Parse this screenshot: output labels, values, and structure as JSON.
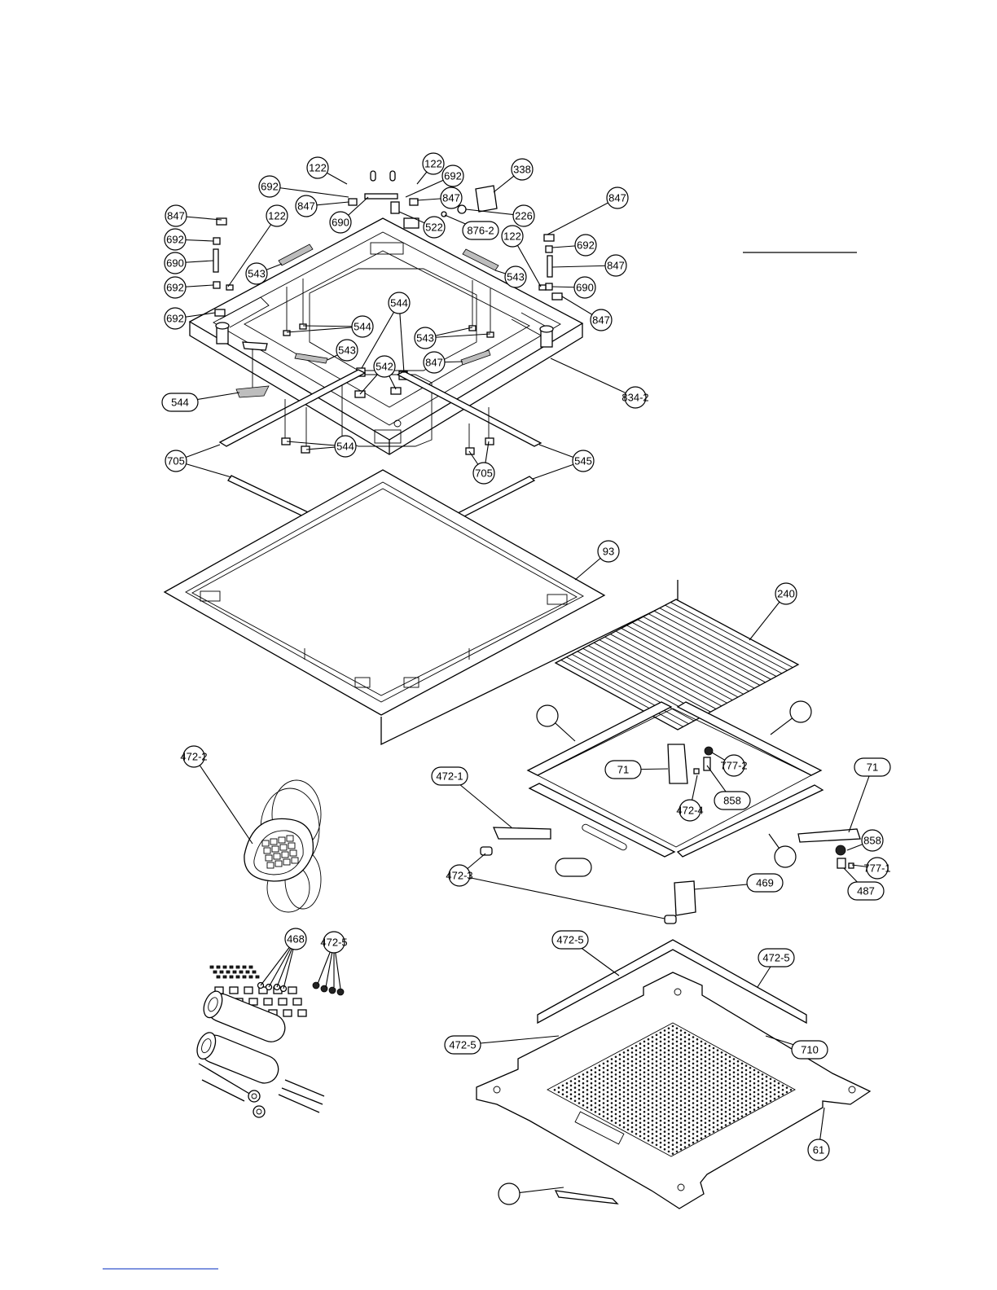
{
  "diagram": {
    "callouts": [
      {
        "id": "c1",
        "label": "122"
      },
      {
        "id": "c2",
        "label": "122"
      },
      {
        "id": "c3",
        "label": "692"
      },
      {
        "id": "c4",
        "label": "692"
      },
      {
        "id": "c5",
        "label": "338"
      },
      {
        "id": "c6",
        "label": "847"
      },
      {
        "id": "c7",
        "label": "847"
      },
      {
        "id": "c8",
        "label": "847"
      },
      {
        "id": "c9",
        "label": "122"
      },
      {
        "id": "c10",
        "label": "690"
      },
      {
        "id": "c11",
        "label": "522"
      },
      {
        "id": "c12",
        "label": "876-2"
      },
      {
        "id": "c13",
        "label": "226"
      },
      {
        "id": "c14",
        "label": "847"
      },
      {
        "id": "c15",
        "label": "692"
      },
      {
        "id": "c16",
        "label": "690"
      },
      {
        "id": "c17",
        "label": "692"
      },
      {
        "id": "c18",
        "label": "847"
      },
      {
        "id": "c19",
        "label": "543"
      },
      {
        "id": "c20",
        "label": "543"
      },
      {
        "id": "c21",
        "label": "122"
      },
      {
        "id": "c22",
        "label": "692"
      },
      {
        "id": "c23",
        "label": "690"
      },
      {
        "id": "c24",
        "label": "692"
      },
      {
        "id": "c25",
        "label": "847"
      },
      {
        "id": "c26",
        "label": "544"
      },
      {
        "id": "c27",
        "label": "544"
      },
      {
        "id": "c28",
        "label": "543"
      },
      {
        "id": "c29",
        "label": "543"
      },
      {
        "id": "c30",
        "label": "847"
      },
      {
        "id": "c31",
        "label": "542"
      },
      {
        "id": "c32",
        "label": "834-2"
      },
      {
        "id": "c33",
        "label": "544"
      },
      {
        "id": "c34",
        "label": "544"
      },
      {
        "id": "c35",
        "label": "705"
      },
      {
        "id": "c36",
        "label": "705"
      },
      {
        "id": "c37",
        "label": "545"
      },
      {
        "id": "c38",
        "label": "93"
      },
      {
        "id": "c39",
        "label": "240"
      },
      {
        "id": "c40",
        "label": "472-2"
      },
      {
        "id": "c41",
        "label": "71"
      },
      {
        "id": "c42",
        "label": "777-2"
      },
      {
        "id": "c43",
        "label": "858"
      },
      {
        "id": "c44",
        "label": "472-4"
      },
      {
        "id": "c45",
        "label": "472-1"
      },
      {
        "id": "c46",
        "label": "71"
      },
      {
        "id": "c47",
        "label": "858"
      },
      {
        "id": "c48",
        "label": "777-1"
      },
      {
        "id": "c49",
        "label": "487"
      },
      {
        "id": "c50",
        "label": "472-3"
      },
      {
        "id": "c51",
        "label": "469"
      },
      {
        "id": "c52",
        "label": "468"
      },
      {
        "id": "c53",
        "label": "472-5"
      },
      {
        "id": "c54",
        "label": "472-5"
      },
      {
        "id": "c55",
        "label": "472-5"
      },
      {
        "id": "c56",
        "label": "472-5"
      },
      {
        "id": "c57",
        "label": "710"
      },
      {
        "id": "c58",
        "label": "61"
      },
      {
        "id": "c59",
        "label": ""
      },
      {
        "id": "c60",
        "label": ""
      },
      {
        "id": "c61",
        "label": ""
      },
      {
        "id": "c62",
        "label": ""
      }
    ]
  }
}
